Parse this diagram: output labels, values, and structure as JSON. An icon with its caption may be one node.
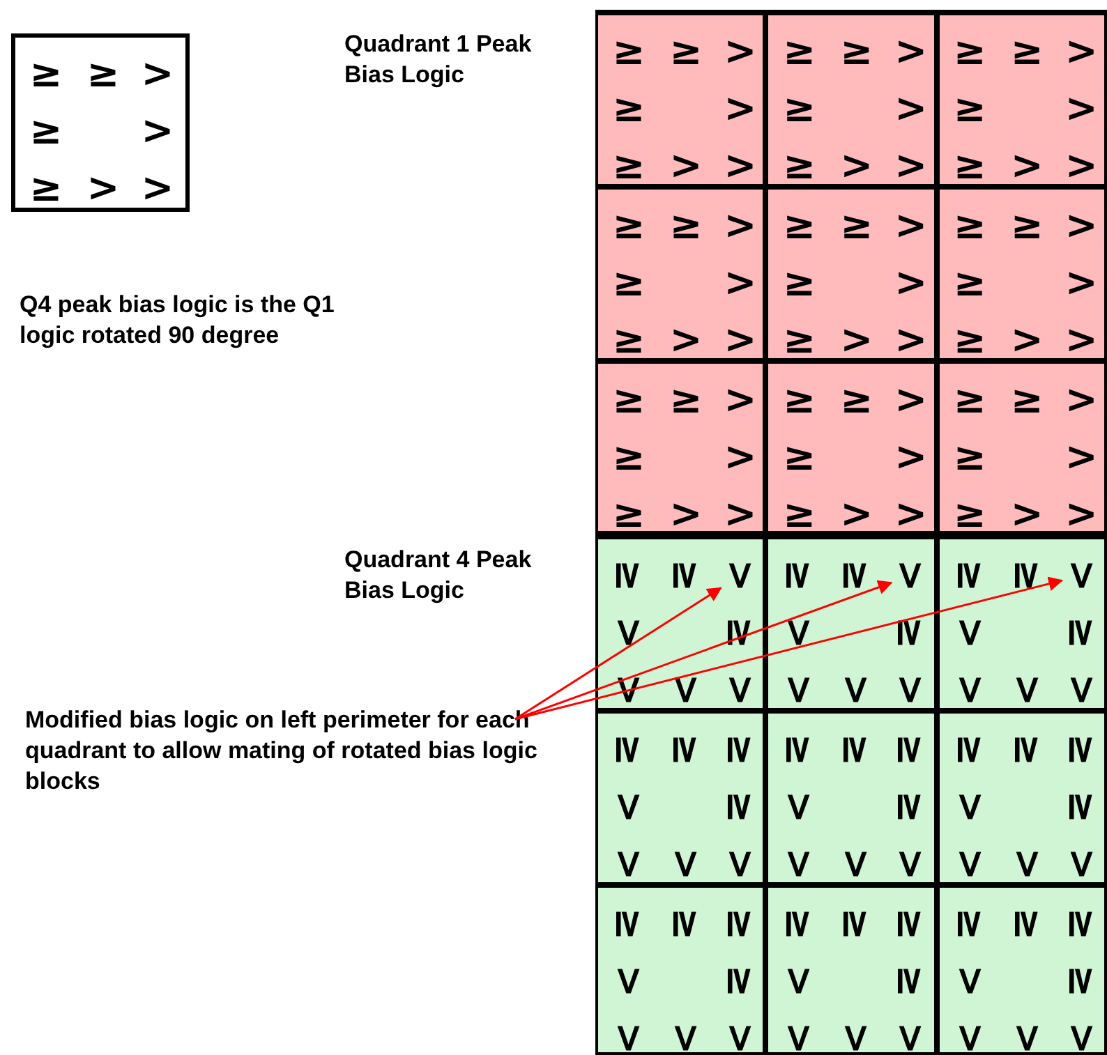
{
  "diagram": {
    "nodes": [
      {
        "text": [
          "≥",
          "≥",
          ">",
          "≥",
          ">",
          "≥",
          ">",
          ">"
        ]
      },
      {
        "text": [
          "Quadrant 1 Peak Bias Logic"
        ]
      },
      {
        "text": [
          "≥",
          "≥",
          ">",
          "≥",
          ">",
          "≥",
          ">",
          ">"
        ],
        "in": 1
      },
      {
        "text": [
          "≥",
          "≥",
          ">",
          "≥",
          ">",
          "≥",
          ">",
          ">"
        ],
        "in": 1
      },
      {
        "text": [
          "≥",
          "≥",
          ">",
          "≥",
          ">",
          "≥",
          ">",
          ">"
        ],
        "in": 1
      },
      {
        "text": [
          "≥",
          "≥",
          ">",
          "≥",
          ">",
          "≥",
          ">",
          ">"
        ],
        "in": 1
      },
      {
        "text": [
          "≥",
          "≥",
          ">",
          "≥",
          ">",
          "≥",
          ">",
          ">"
        ],
        "in": 1
      },
      {
        "text": [
          "≥",
          "≥",
          ">",
          "≥",
          ">",
          "≥",
          ">",
          ">"
        ],
        "in": 1
      },
      {
        "text": [
          "≥",
          "≥",
          ">",
          "≥",
          ">",
          "≥",
          ">",
          ">"
        ],
        "in": 1
      },
      {
        "text": [
          "≥",
          "≥",
          ">",
          "≥",
          ">",
          "≥",
          ">",
          ">"
        ],
        "in": 1
      },
      {
        "text": [
          "≥",
          "≥",
          ">",
          "≥",
          ">",
          "≥",
          ">",
          ">"
        ],
        "in": 1
      },
      {
        "text": [
          "Quadrant 4 Peak Bias Logic"
        ]
      },
      {
        "text": [
          "≥",
          "≥",
          ">",
          "≥",
          ">",
          ">",
          ">"
        ],
        "in": 11
      },
      {
        "text": [
          ">"
        ],
        "in": 12
      },
      {
        "text": [
          "≥",
          "≥",
          ">",
          "≥",
          ">",
          ">",
          ">"
        ],
        "in": 11
      },
      {
        "text": [
          ">"
        ],
        "in": 14
      },
      {
        "text": [
          "≥",
          "≥",
          ">",
          "≥",
          ">",
          ">",
          ">"
        ],
        "in": 11
      },
      {
        "text": [
          ">"
        ],
        "in": 16
      },
      {
        "text": [
          "≥",
          "≥",
          "≥",
          ">",
          "≥",
          ">",
          ">",
          ">"
        ],
        "in": 11
      },
      {
        "text": [
          "≥",
          "≥",
          "≥",
          ">",
          "≥",
          ">",
          ">",
          ">"
        ],
        "in": 11
      },
      {
        "text": [
          "≥",
          "≥",
          "≥",
          ">",
          "≥",
          ">",
          ">",
          ">"
        ],
        "in": 11
      },
      {
        "text": [
          "≥",
          "≥",
          "≥",
          ">",
          "≥",
          ">",
          ">",
          ">"
        ],
        "in": 11
      },
      {
        "text": [
          "≥",
          "≥",
          "≥",
          ">",
          "≥",
          ">",
          ">",
          ">"
        ],
        "in": 11
      },
      {
        "text": [
          "≥",
          "≥",
          "≥",
          ">",
          "≥",
          ">",
          ">",
          ">"
        ],
        "in": 11
      },
      {
        "text": [
          "Modified bias logic on left perimeter for each quadrant to allow mating of rotated bias logic blocks"
        ]
      }
    ],
    "edges": [
      {
        "from": 24,
        "to": 13,
        "arrow": "to",
        "color": "#ff0000"
      },
      {
        "from": 24,
        "to": 15,
        "arrow": "to",
        "color": "#ff0000"
      },
      {
        "from": 24,
        "to": 17,
        "arrow": "to",
        "color": "#ff0000"
      }
    ],
    "labels": [
      "Q4 peak bias logic is the Q1 logic rotated 90 degree"
    ]
  }
}
